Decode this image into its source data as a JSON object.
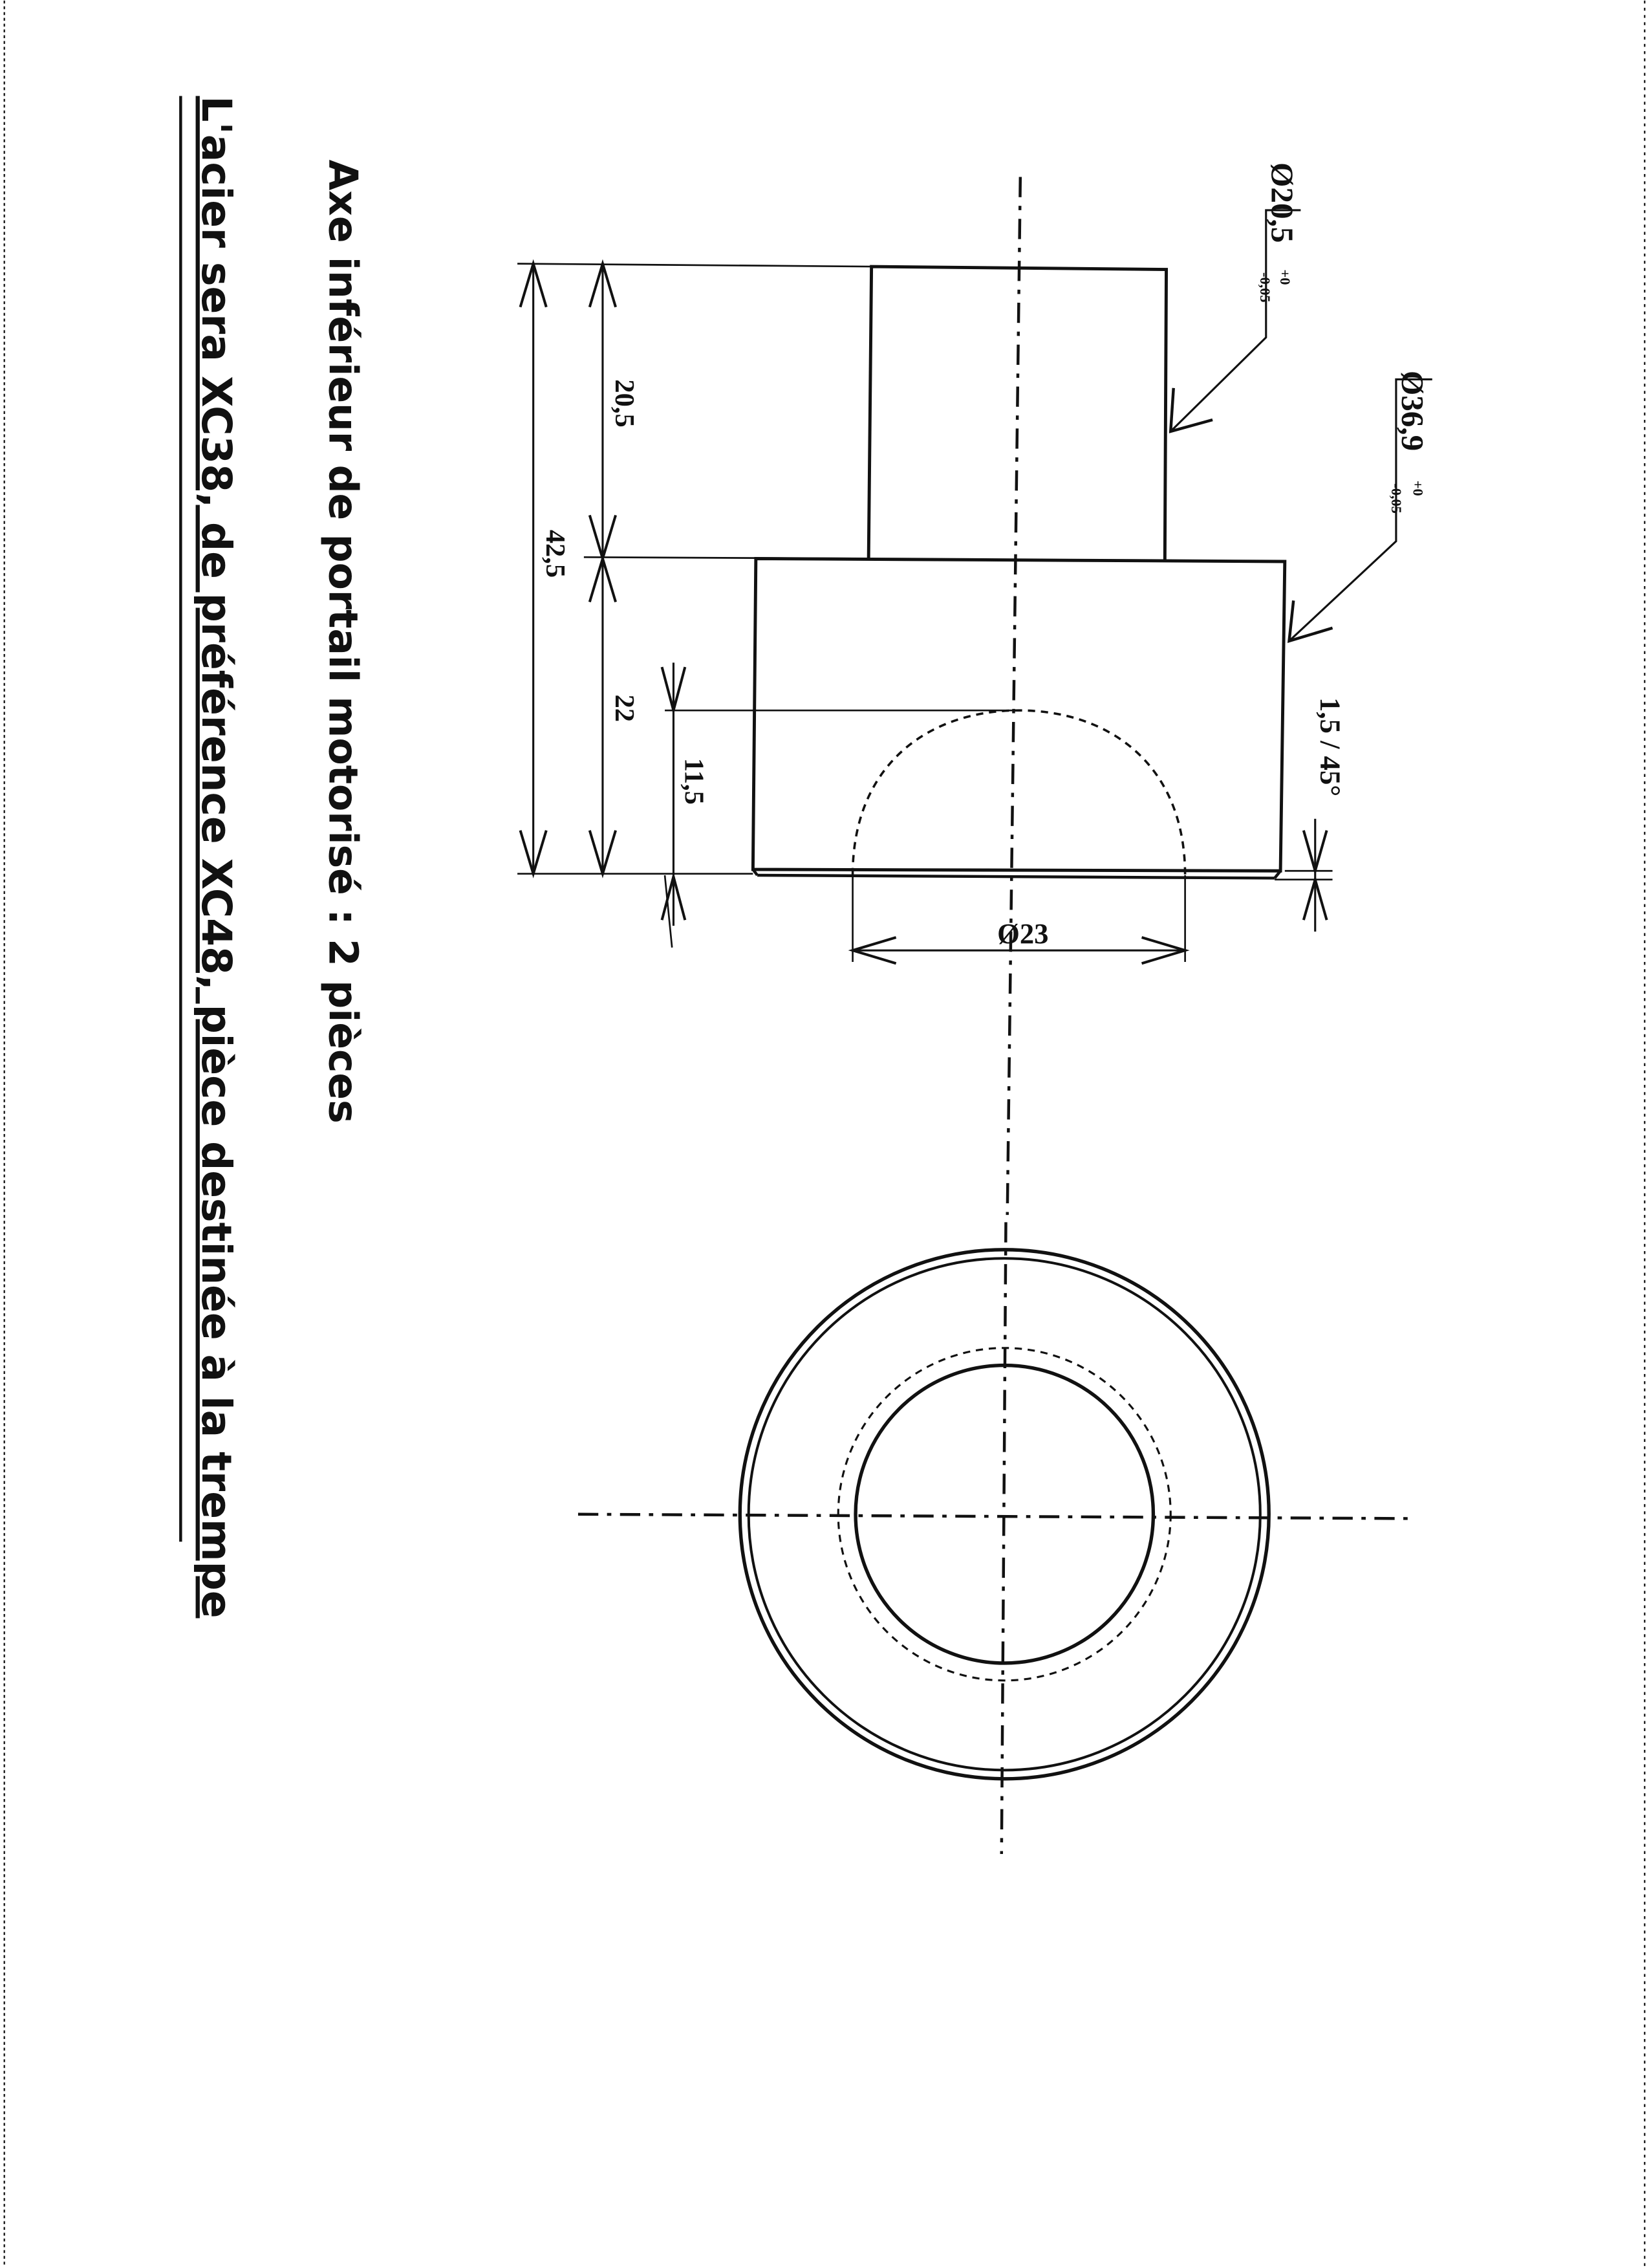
{
  "drawing": {
    "note_title": "Axe inférieur de portail motorisé : 2 pièces",
    "note_material_a": "L'acier sera XC38, de préférence XC48, pièce destinée à la trempe",
    "dims": {
      "d_small": "Ø20,5",
      "d_small_tol_up": "+0",
      "d_small_tol_low": "-0,05",
      "d_large": "Ø36,9",
      "d_large_tol_up": "+0",
      "d_large_tol_low": "-0,05",
      "chamfer": "1,5 / 45°",
      "len_small": "20,5",
      "len_total": "42,5",
      "len_large": "22",
      "bore_depth": "11,5",
      "bore_diam": "Ø23"
    }
  }
}
